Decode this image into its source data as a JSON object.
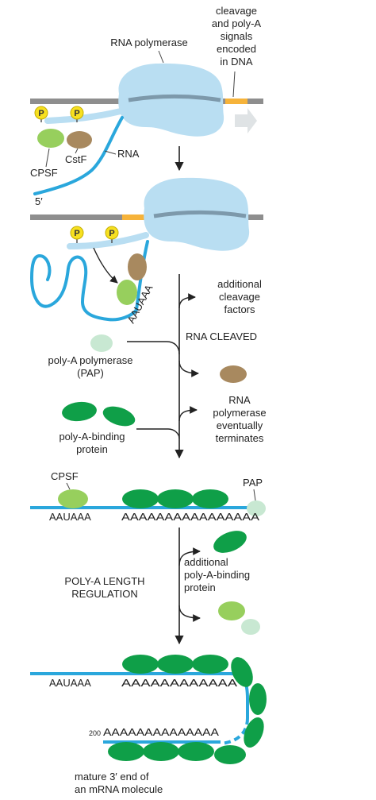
{
  "labels": {
    "rna_polymerase": "RNA polymerase",
    "signals_1": "cleavage",
    "signals_2": "and poly-A",
    "signals_3": "signals",
    "signals_4": "encoded",
    "signals_5": "in DNA",
    "phosphate": "P",
    "cpsf": "CPSF",
    "cstf": "CstF",
    "rna": "RNA",
    "five_prime": "5′",
    "aauaaa_rotated": "AAUAAA",
    "additional_cleavage_1": "additional",
    "additional_cleavage_2": "cleavage",
    "additional_cleavage_3": "factors",
    "rna_cleaved": "RNA CLEAVED",
    "pap_full_1": "poly-A polymerase",
    "pap_full_2": "(PAP)",
    "rnapol_term_1": "RNA",
    "rnapol_term_2": "polymerase",
    "rnapol_term_3": "eventually",
    "rnapol_term_4": "terminates",
    "pabp_1": "poly-A-binding",
    "pabp_2": "protein",
    "cpsf_bottom": "CPSF",
    "pap_short": "PAP",
    "aauaaa_1": "AAUAAA",
    "polya_1": "AAAAAAAAAAAAAAAA",
    "length_reg_1": "POLY-A LENGTH",
    "length_reg_2": "REGULATION",
    "add_pabp_1": "additional",
    "add_pabp_2": "poly-A-binding",
    "add_pabp_3": "protein",
    "aauaaa_2": "AAUAAA",
    "polya_2": "AAAAAAAAAAAA",
    "count_200": "200",
    "polya_3": "AAAAAAAAAAAAAA",
    "mature_1": "mature 3′ end of",
    "mature_2": "an mRNA molecule"
  },
  "colors": {
    "polymerase": "#b9def2",
    "rna": "#2aa7dc",
    "dna": "#8e8e8e",
    "signal": "#f6b33a",
    "cpsf": "#97cf5d",
    "cstf": "#a8895f",
    "pap": "#c8e8d2",
    "pabp": "#0f9f48",
    "phosphate": "#f7e020",
    "arrow": "#222222"
  }
}
